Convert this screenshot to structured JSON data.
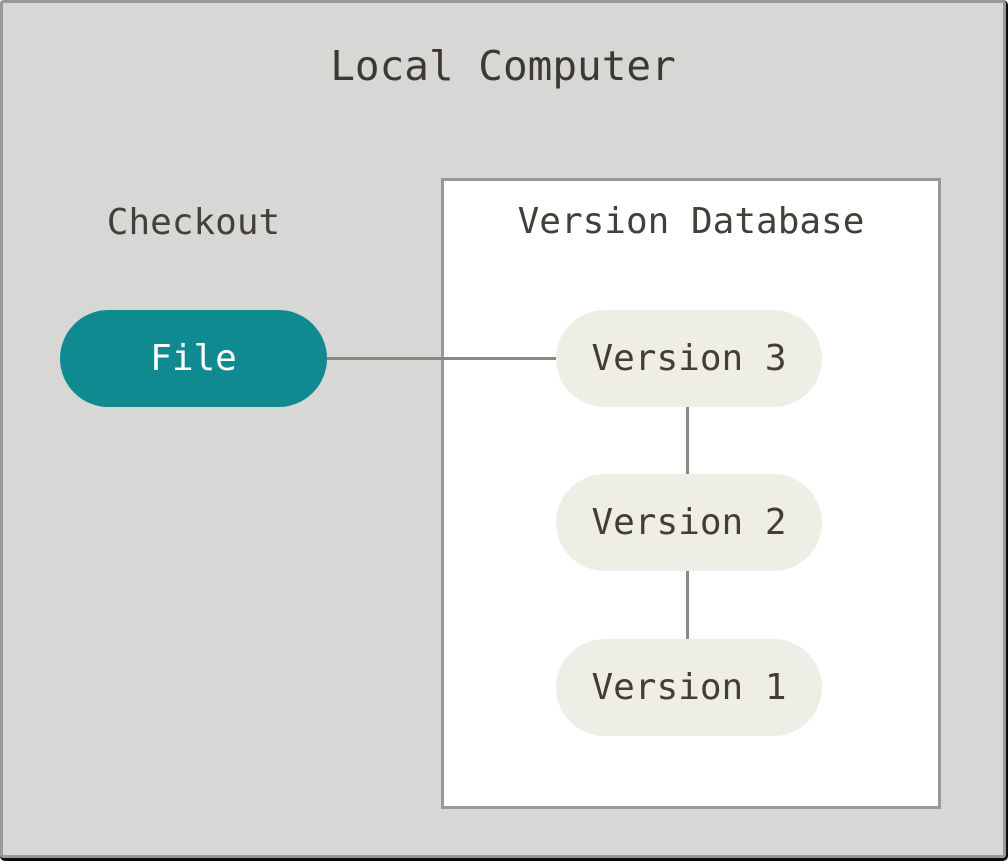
{
  "diagram": {
    "title": "Local Computer",
    "checkout": {
      "label": "Checkout",
      "file_node": {
        "label": "File"
      }
    },
    "version_database": {
      "title": "Version Database",
      "versions": [
        {
          "label": "Version 3"
        },
        {
          "label": "Version 2"
        },
        {
          "label": "Version 1"
        }
      ]
    },
    "edges": [
      {
        "from": "File",
        "to": "Version 3"
      },
      {
        "from": "Version 3",
        "to": "Version 2"
      },
      {
        "from": "Version 2",
        "to": "Version 1"
      }
    ],
    "colors": {
      "background": "#d7d7d6",
      "frame_border": "#989898",
      "window_edge": "#0c0c0c",
      "file_fill": "#0e8a90",
      "file_text": "#ffffff",
      "version_fill": "#efeee6",
      "text_dark": "#433d37",
      "box_fill": "#ffffff",
      "box_border": "#98989a",
      "connector": "#8c887e"
    }
  }
}
